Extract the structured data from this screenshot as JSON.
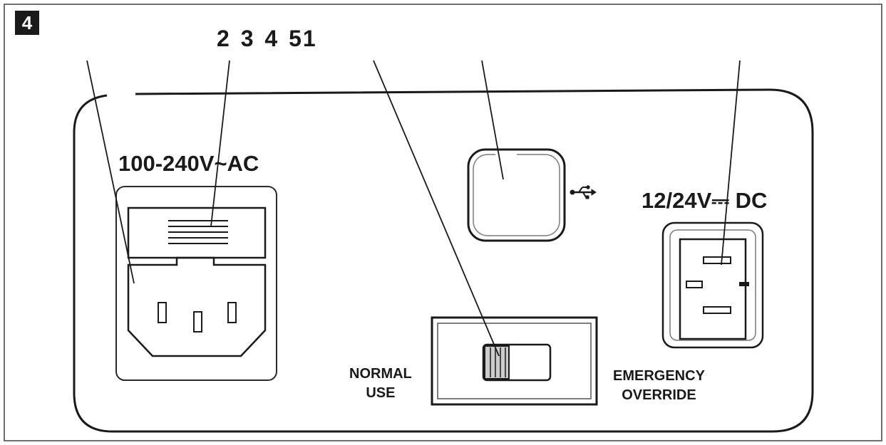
{
  "figure": {
    "number": "4"
  },
  "callout_numbers": "2 3 4 51",
  "panel": {
    "ac_inlet_label": "100-240V~AC",
    "dc_inlet_label": "12/24V⎓ DC",
    "switch_left_label": [
      "NORMAL",
      "USE"
    ],
    "switch_right_label": [
      "EMERGENCY",
      "OVERRIDE"
    ],
    "usb_icon": "usb-icon"
  }
}
